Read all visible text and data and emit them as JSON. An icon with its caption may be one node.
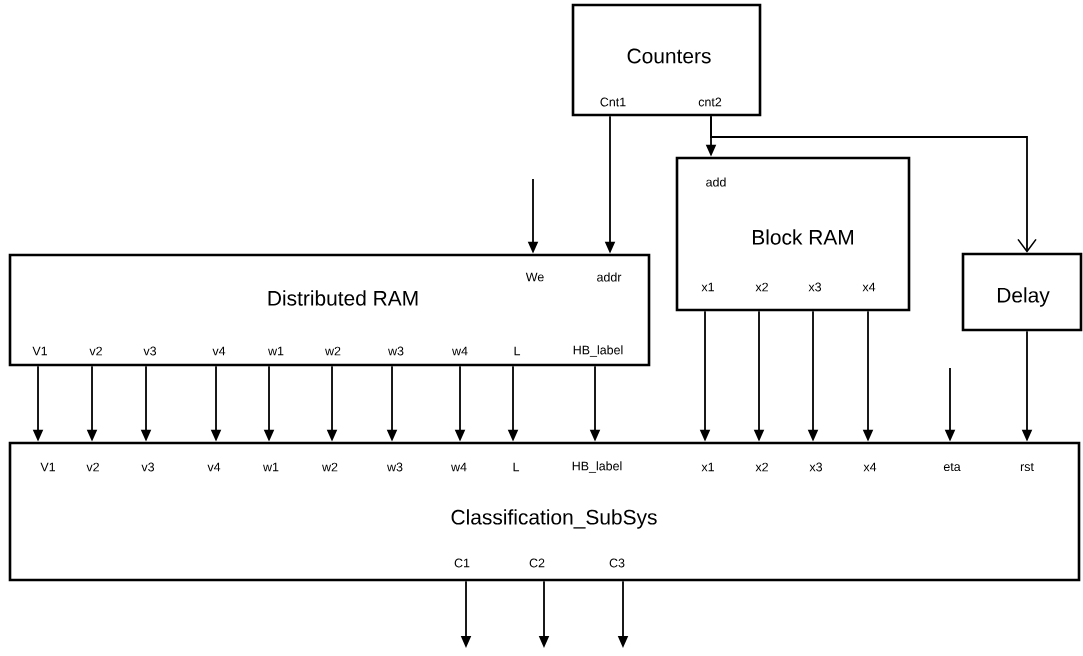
{
  "diagram": {
    "nodes": [
      {
        "text": [
          "Counters",
          "Cnt1",
          "cnt2"
        ]
      },
      {
        "text": [
          "Block RAM",
          "add",
          "x1",
          "x2",
          "x3",
          "x4"
        ]
      },
      {
        "text": [
          "Distributed RAM",
          "We",
          "addr",
          "V1",
          "v2",
          "v3",
          "v4",
          "w1",
          "w2",
          "w3",
          "w4",
          "L",
          "HB_label"
        ]
      },
      {
        "text": [
          "Delay"
        ]
      },
      {
        "text": [
          "Classification_SubSys",
          "V1",
          "v2",
          "v3",
          "v4",
          "w1",
          "w2",
          "w3",
          "w4",
          "L",
          "HB_label",
          "x1",
          "x2",
          "x3",
          "x4",
          "eta",
          "rst",
          "C1",
          "C2",
          "C3"
        ]
      }
    ],
    "edges": [
      {
        "from": 0,
        "to": 2,
        "arrow": "to"
      },
      {
        "from": 0,
        "to": 1,
        "arrow": "to"
      },
      {
        "from": 0,
        "to": 3,
        "arrow": "to"
      },
      {
        "from": null,
        "to": 2,
        "arrow": "to"
      },
      {
        "from": 2,
        "to": 4,
        "arrow": "to"
      },
      {
        "from": 2,
        "to": 4,
        "arrow": "to"
      },
      {
        "from": 2,
        "to": 4,
        "arrow": "to"
      },
      {
        "from": 2,
        "to": 4,
        "arrow": "to"
      },
      {
        "from": 2,
        "to": 4,
        "arrow": "to"
      },
      {
        "from": 2,
        "to": 4,
        "arrow": "to"
      },
      {
        "from": 2,
        "to": 4,
        "arrow": "to"
      },
      {
        "from": 2,
        "to": 4,
        "arrow": "to"
      },
      {
        "from": 2,
        "to": 4,
        "arrow": "to"
      },
      {
        "from": 2,
        "to": 4,
        "arrow": "to"
      },
      {
        "from": 1,
        "to": 4,
        "arrow": "to"
      },
      {
        "from": 1,
        "to": 4,
        "arrow": "to"
      },
      {
        "from": 1,
        "to": 4,
        "arrow": "to"
      },
      {
        "from": 1,
        "to": 4,
        "arrow": "to"
      },
      {
        "from": 3,
        "to": 4,
        "arrow": "to"
      },
      {
        "from": null,
        "to": 4,
        "arrow": "to"
      },
      {
        "from": 4,
        "to": null,
        "arrow": "to"
      },
      {
        "from": 4,
        "to": null,
        "arrow": "to"
      },
      {
        "from": 4,
        "to": null,
        "arrow": "to"
      }
    ]
  }
}
